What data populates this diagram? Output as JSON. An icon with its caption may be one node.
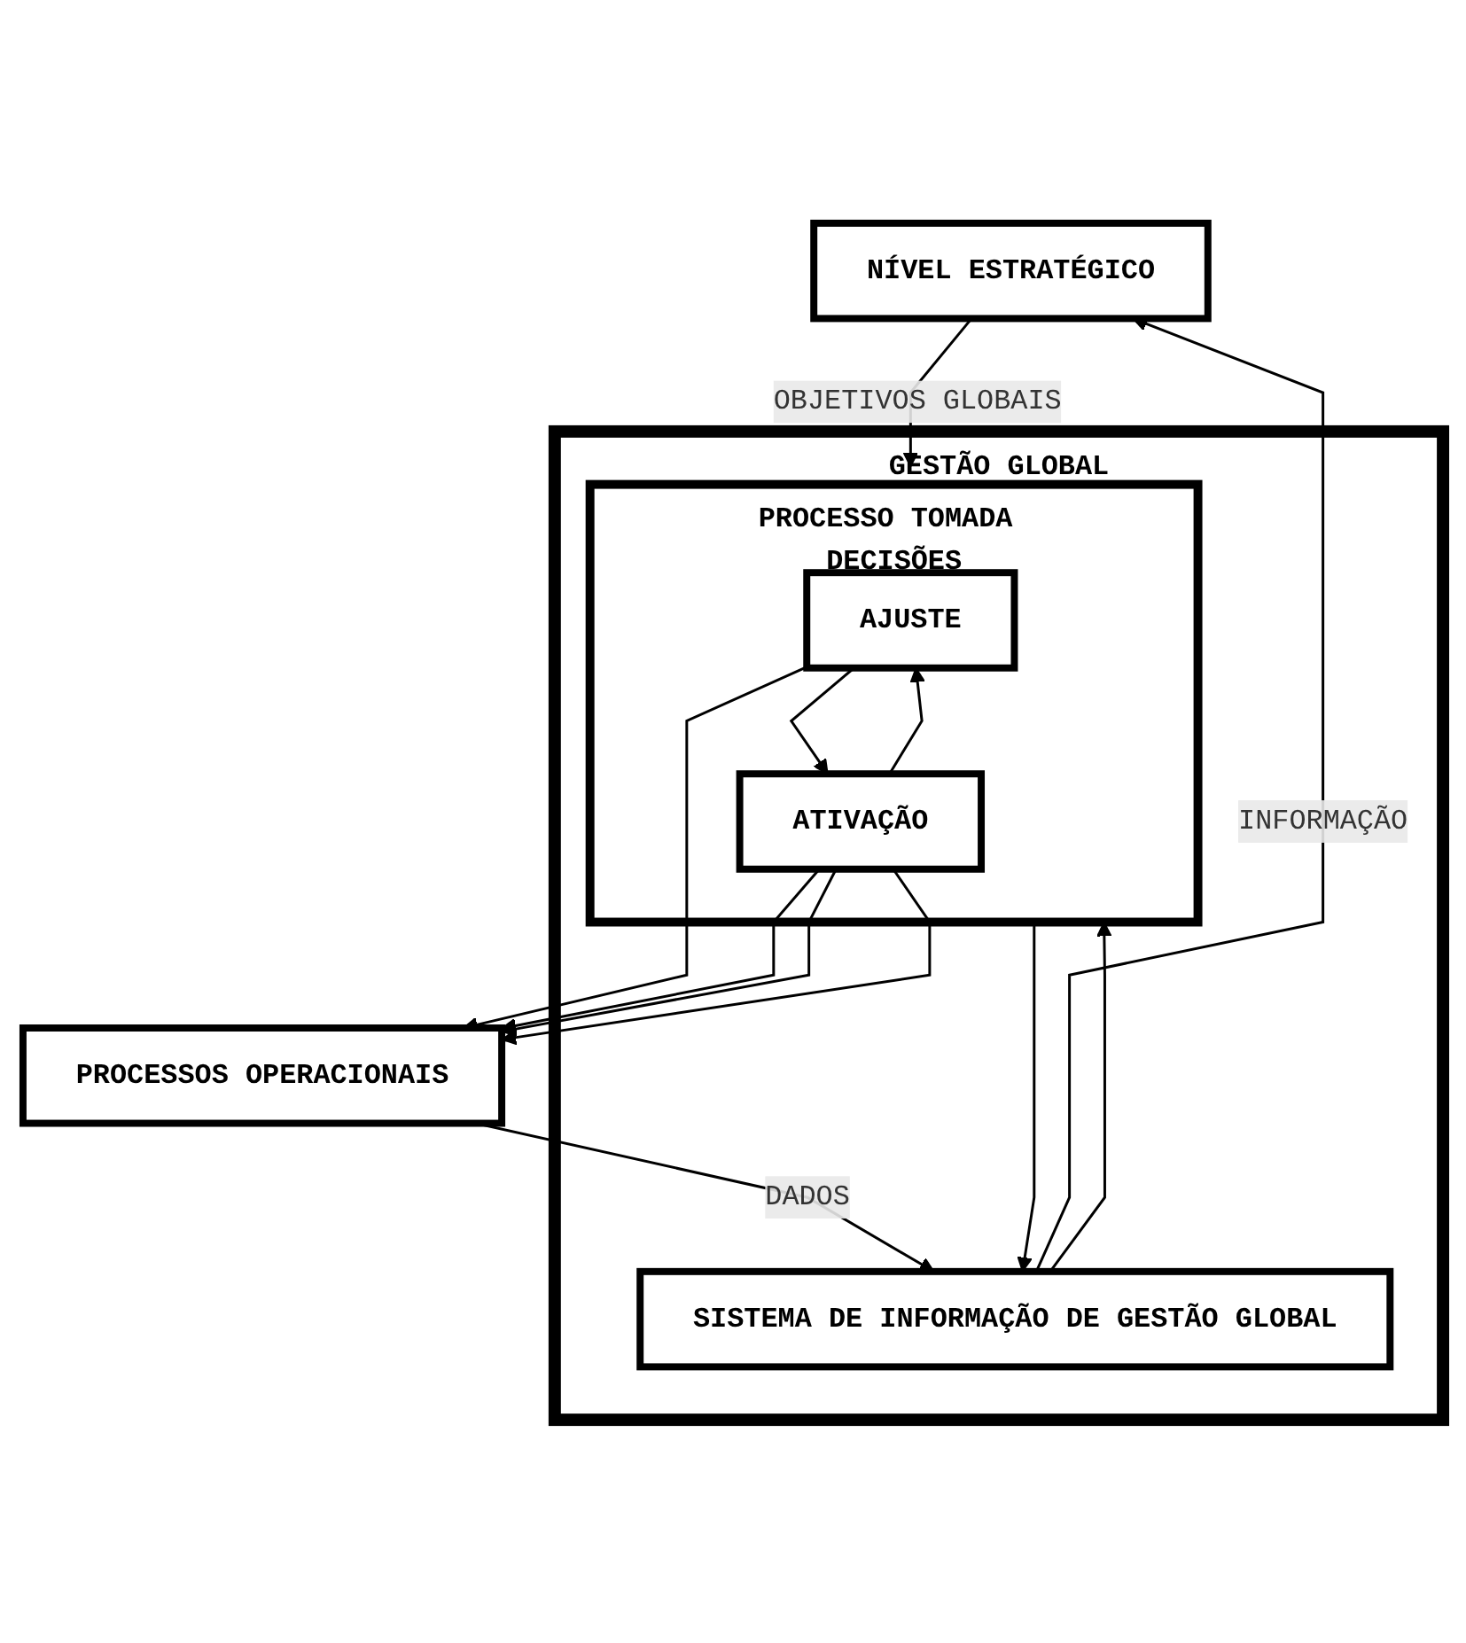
{
  "diagram": {
    "nodes": [
      {
        "text": [
          "NÍVEL ESTRATÉGICO"
        ]
      },
      {
        "text": [
          "GESTÃO GLOBAL"
        ]
      },
      {
        "text": [
          "SISTEMA DE INFORMAÇÃO DE GESTÃO GLOBAL"
        ],
        "in": 1
      },
      {
        "text": [
          "PROCESSO TOMADA DECISÕES"
        ],
        "in": 1
      },
      {
        "text": [
          "AJUSTE"
        ],
        "in": 3
      },
      {
        "text": [
          "ATIVAÇÃO"
        ],
        "in": 3
      },
      {
        "text": [
          "PROCESSOS OPERACIONAIS"
        ]
      }
    ],
    "edges": [
      {
        "from": 2,
        "to": 0,
        "arrow": "to",
        "label": "INFORMAÇÃO"
      },
      {
        "from": 0,
        "to": 3,
        "arrow": "to",
        "label": "OBJETIVOS GLOBAIS"
      },
      {
        "from": 2,
        "to": 3,
        "arrow": "to"
      },
      {
        "from": 3,
        "to": 2,
        "arrow": "to"
      },
      {
        "from": 4,
        "to": 5,
        "arrow": "to"
      },
      {
        "from": 5,
        "to": 4,
        "arrow": "to"
      },
      {
        "from": 4,
        "to": 6,
        "arrow": "to"
      },
      {
        "from": 5,
        "to": 6,
        "arrow": "to"
      },
      {
        "from": 5,
        "to": 6,
        "arrow": "to"
      },
      {
        "from": 5,
        "to": 6,
        "arrow": "to"
      },
      {
        "from": 6,
        "to": 2,
        "arrow": "to",
        "label": "DADOS"
      }
    ]
  }
}
